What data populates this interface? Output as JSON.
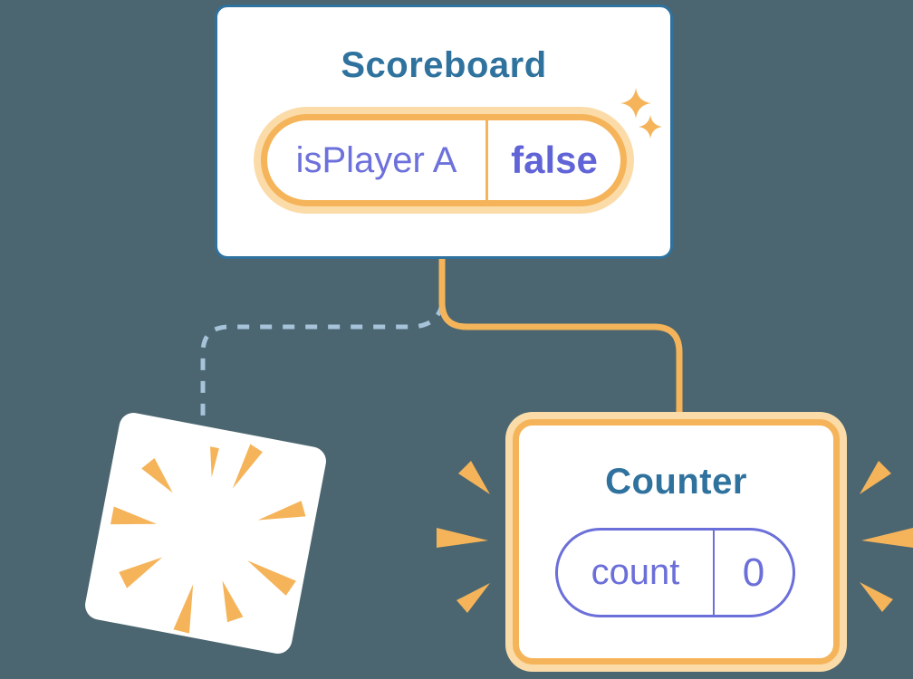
{
  "diagram": {
    "description": "React component tree: Scoreboard keeps its state while a child is destroyed and a new Counter is mounted"
  },
  "scoreboard": {
    "title": "Scoreboard",
    "state_key": "isPlayer A",
    "state_value": "false"
  },
  "counter": {
    "title": "Counter",
    "state_key": "count",
    "state_value": "0"
  },
  "icons": {
    "sparkle": "sparkle-icon",
    "burst": "burst-poof-icon",
    "sparks": "emphasis-spark-icon"
  },
  "colors": {
    "background": "#4B6670",
    "blue": "#2F729E",
    "orange": "#F5B45A",
    "orange_light": "#FBDCA9",
    "purple": "#6B6FD9",
    "purple_text": "#6D71DC",
    "purple_bold": "#6064D6",
    "dashed_line": "#A6C3DA",
    "card_background": "#FFFFFF"
  }
}
